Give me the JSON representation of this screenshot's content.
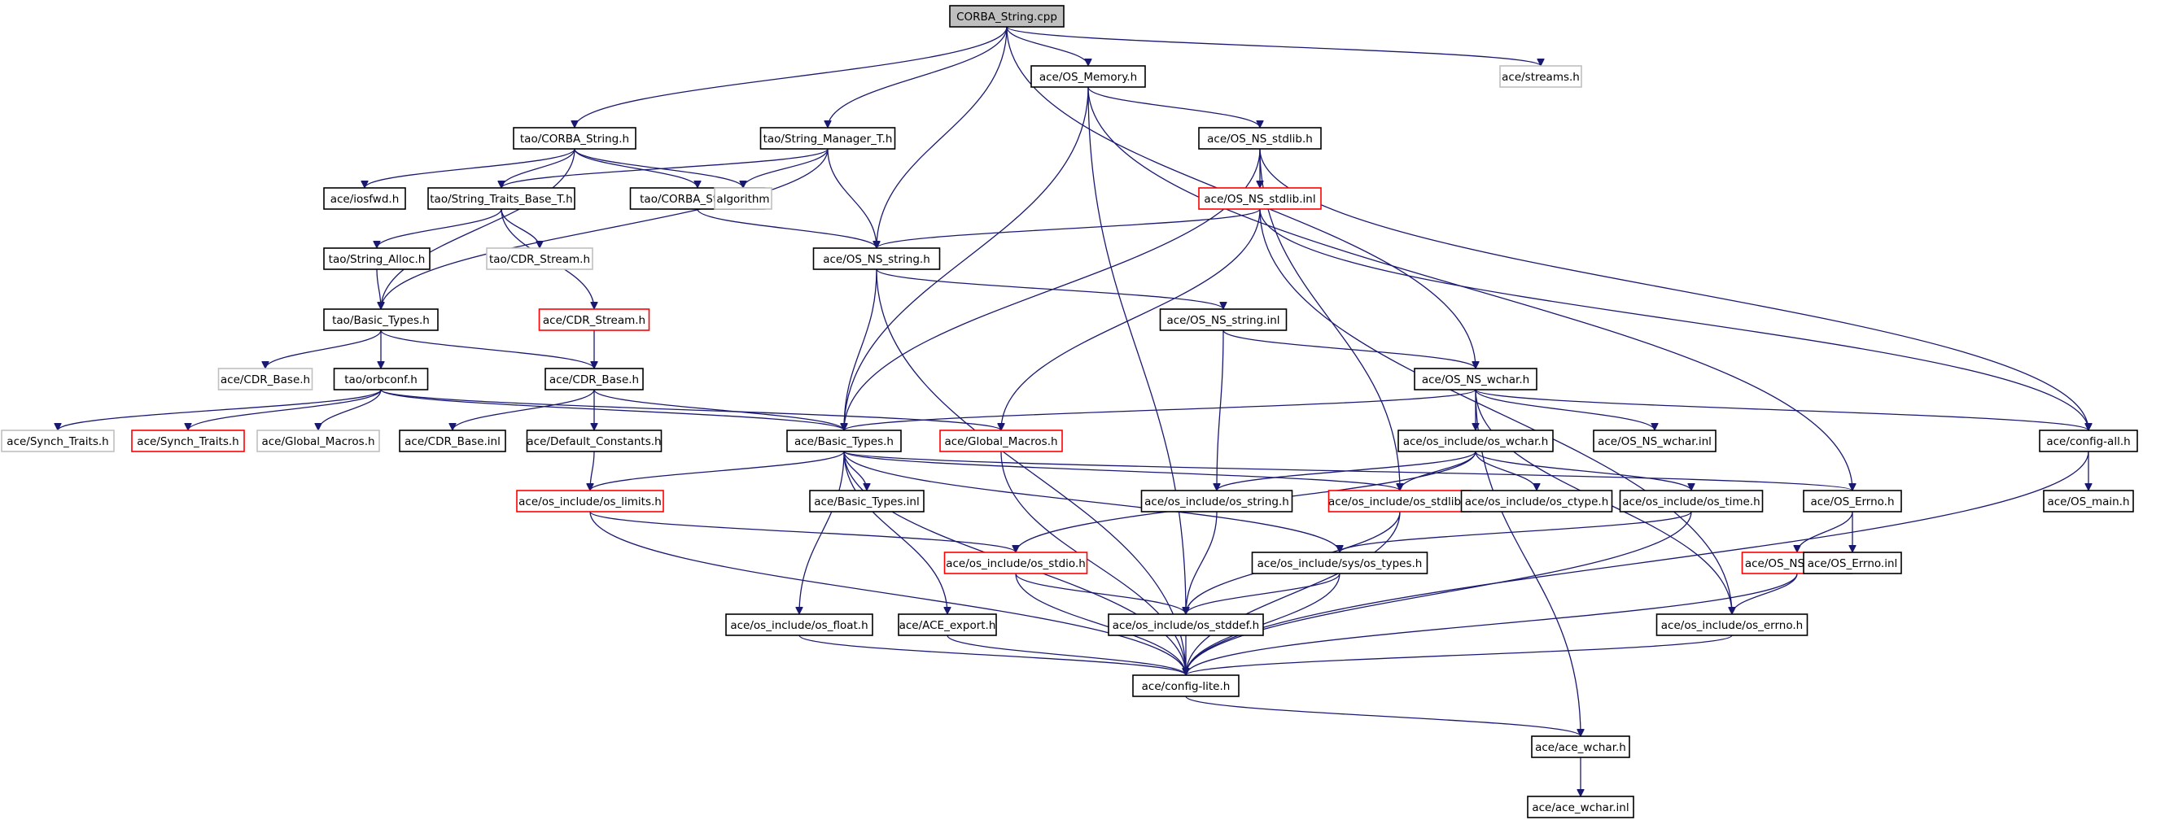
{
  "graph": {
    "colors": {
      "edge": "#191970",
      "normal_border": "#000000",
      "missing_border": "#c0c0c0",
      "truncated_border": "#ff0000",
      "root_fill": "#bfbfbf"
    },
    "nodes": [
      {
        "id": "root",
        "label": "CORBA_String.cpp",
        "style": "root"
      },
      {
        "id": "mem",
        "label": "ace/OS_Memory.h",
        "style": "normal"
      },
      {
        "id": "streams",
        "label": "ace/streams.h",
        "style": "missing"
      },
      {
        "id": "taostr",
        "label": "tao/CORBA_String.h",
        "style": "normal"
      },
      {
        "id": "strmgr",
        "label": "tao/String_Manager_T.h",
        "style": "normal"
      },
      {
        "id": "stdlib",
        "label": "ace/OS_NS_stdlib.h",
        "style": "normal"
      },
      {
        "id": "iosfwd",
        "label": "ace/iosfwd.h",
        "style": "normal"
      },
      {
        "id": "strtraits",
        "label": "tao/String_Traits_Base_T.h",
        "style": "normal"
      },
      {
        "id": "taostrinl",
        "label": "tao/CORBA_String.inl",
        "style": "normal"
      },
      {
        "id": "algorithm",
        "label": "algorithm",
        "style": "missing"
      },
      {
        "id": "stdlibinl",
        "label": "ace/OS_NS_stdlib.inl",
        "style": "truncated"
      },
      {
        "id": "stralloc",
        "label": "tao/String_Alloc.h",
        "style": "normal"
      },
      {
        "id": "taocdrstream",
        "label": "tao/CDR_Stream.h",
        "style": "missing"
      },
      {
        "id": "nsstring",
        "label": "ace/OS_NS_string.h",
        "style": "normal"
      },
      {
        "id": "taobasic",
        "label": "tao/Basic_Types.h",
        "style": "normal"
      },
      {
        "id": "acecdrstream",
        "label": "ace/CDR_Stream.h",
        "style": "truncated"
      },
      {
        "id": "nsstringinl",
        "label": "ace/OS_NS_string.inl",
        "style": "normal"
      },
      {
        "id": "taocdrbase",
        "label": "ace/CDR_Base.h",
        "style": "missing"
      },
      {
        "id": "orbconf",
        "label": "tao/orbconf.h",
        "style": "normal"
      },
      {
        "id": "cdrbase",
        "label": "ace/CDR_Base.h",
        "style": "normal"
      },
      {
        "id": "nswchar",
        "label": "ace/OS_NS_wchar.h",
        "style": "normal"
      },
      {
        "id": "synch1",
        "label": "ace/Synch_Traits.h",
        "style": "missing"
      },
      {
        "id": "synch2",
        "label": "ace/Synch_Traits.h",
        "style": "truncated"
      },
      {
        "id": "globmacros1",
        "label": "ace/Global_Macros.h",
        "style": "missing"
      },
      {
        "id": "cdrbaseinl",
        "label": "ace/CDR_Base.inl",
        "style": "normal"
      },
      {
        "id": "defconst",
        "label": "ace/Default_Constants.h",
        "style": "normal"
      },
      {
        "id": "basic",
        "label": "ace/Basic_Types.h",
        "style": "normal"
      },
      {
        "id": "globmacros2",
        "label": "ace/Global_Macros.h",
        "style": "truncated"
      },
      {
        "id": "oswchar",
        "label": "ace/os_include/os_wchar.h",
        "style": "normal"
      },
      {
        "id": "nswcharinl",
        "label": "ace/OS_NS_wchar.inl",
        "style": "normal"
      },
      {
        "id": "configall",
        "label": "ace/config-all.h",
        "style": "normal"
      },
      {
        "id": "limits",
        "label": "ace/os_include/os_limits.h",
        "style": "truncated"
      },
      {
        "id": "basicinl",
        "label": "ace/Basic_Types.inl",
        "style": "normal"
      },
      {
        "id": "osstring",
        "label": "ace/os_include/os_string.h",
        "style": "normal"
      },
      {
        "id": "osstdlib",
        "label": "ace/os_include/os_stdlib.h",
        "style": "truncated"
      },
      {
        "id": "osctype",
        "label": "ace/os_include/os_ctype.h",
        "style": "normal"
      },
      {
        "id": "ostime",
        "label": "ace/os_include/os_time.h",
        "style": "normal"
      },
      {
        "id": "oserrno",
        "label": "ace/OS_Errno.h",
        "style": "normal"
      },
      {
        "id": "osmain",
        "label": "ace/OS_main.h",
        "style": "normal"
      },
      {
        "id": "osstdio",
        "label": "ace/os_include/os_stdio.h",
        "style": "truncated"
      },
      {
        "id": "systypes",
        "label": "ace/os_include/sys/os_types.h",
        "style": "normal"
      },
      {
        "id": "nserrno",
        "label": "ace/OS_NS_errno.h",
        "style": "truncated"
      },
      {
        "id": "oserrnoinl",
        "label": "ace/OS_Errno.inl",
        "style": "normal"
      },
      {
        "id": "osfloat",
        "label": "ace/os_include/os_float.h",
        "style": "normal"
      },
      {
        "id": "aceexport",
        "label": "ace/ACE_export.h",
        "style": "normal"
      },
      {
        "id": "osstddef",
        "label": "ace/os_include/os_stddef.h",
        "style": "normal"
      },
      {
        "id": "oserrnoh",
        "label": "ace/os_include/os_errno.h",
        "style": "normal"
      },
      {
        "id": "configlite",
        "label": "ace/config-lite.h",
        "style": "normal"
      },
      {
        "id": "acewchar",
        "label": "ace/ace_wchar.h",
        "style": "normal"
      },
      {
        "id": "acewcharinl",
        "label": "ace/ace_wchar.inl",
        "style": "normal"
      }
    ],
    "edges": [
      [
        "root",
        "mem"
      ],
      [
        "root",
        "streams"
      ],
      [
        "root",
        "taostr"
      ],
      [
        "root",
        "strmgr"
      ],
      [
        "root",
        "nsstring"
      ],
      [
        "root",
        "nswchar"
      ],
      [
        "taostr",
        "iosfwd"
      ],
      [
        "taostr",
        "strtraits"
      ],
      [
        "taostr",
        "taostrinl"
      ],
      [
        "taostr",
        "algorithm"
      ],
      [
        "taostr",
        "taobasic"
      ],
      [
        "strmgr",
        "strtraits"
      ],
      [
        "strmgr",
        "algorithm"
      ],
      [
        "strmgr",
        "nsstring"
      ],
      [
        "strmgr",
        "taobasic"
      ],
      [
        "strtraits",
        "stralloc"
      ],
      [
        "strtraits",
        "taocdrstream"
      ],
      [
        "strtraits",
        "acecdrstream"
      ],
      [
        "taostrinl",
        "nsstring"
      ],
      [
        "stralloc",
        "taobasic"
      ],
      [
        "taobasic",
        "taocdrbase"
      ],
      [
        "taobasic",
        "orbconf"
      ],
      [
        "taobasic",
        "cdrbase"
      ],
      [
        "acecdrstream",
        "cdrbase"
      ],
      [
        "orbconf",
        "synch1"
      ],
      [
        "orbconf",
        "synch2"
      ],
      [
        "orbconf",
        "globmacros1"
      ],
      [
        "orbconf",
        "basic"
      ],
      [
        "orbconf",
        "globmacros2"
      ],
      [
        "cdrbase",
        "cdrbaseinl"
      ],
      [
        "cdrbase",
        "defconst"
      ],
      [
        "cdrbase",
        "basic"
      ],
      [
        "defconst",
        "limits"
      ],
      [
        "mem",
        "stdlib"
      ],
      [
        "mem",
        "basic"
      ],
      [
        "mem",
        "osstddef"
      ],
      [
        "mem",
        "oserrno"
      ],
      [
        "stdlib",
        "stdlibinl"
      ],
      [
        "stdlib",
        "basic"
      ],
      [
        "stdlib",
        "configall"
      ],
      [
        "stdlib",
        "osstdlib"
      ],
      [
        "stdlibinl",
        "nsstring"
      ],
      [
        "stdlibinl",
        "globmacros2"
      ],
      [
        "stdlibinl",
        "configall"
      ],
      [
        "stdlibinl",
        "oserrnoh"
      ],
      [
        "nsstring",
        "nsstringinl"
      ],
      [
        "nsstring",
        "basic"
      ],
      [
        "nsstring",
        "configlite"
      ],
      [
        "nsstringinl",
        "nswchar"
      ],
      [
        "nsstringinl",
        "osstring"
      ],
      [
        "nswchar",
        "basic"
      ],
      [
        "nswchar",
        "oswchar"
      ],
      [
        "nswchar",
        "nswcharinl"
      ],
      [
        "nswchar",
        "configall"
      ],
      [
        "nswchar",
        "acewchar"
      ],
      [
        "nswchar",
        "oserrnoh"
      ],
      [
        "basic",
        "limits"
      ],
      [
        "basic",
        "basicinl"
      ],
      [
        "basic",
        "osstdlib"
      ],
      [
        "basic",
        "systypes"
      ],
      [
        "basic",
        "osfloat"
      ],
      [
        "basic",
        "aceexport"
      ],
      [
        "basic",
        "configlite"
      ],
      [
        "basic",
        "oserrno"
      ],
      [
        "globmacros2",
        "configlite"
      ],
      [
        "oswchar",
        "osstring"
      ],
      [
        "oswchar",
        "osstdlib"
      ],
      [
        "oswchar",
        "osctype"
      ],
      [
        "oswchar",
        "ostime"
      ],
      [
        "oswchar",
        "osstdio"
      ],
      [
        "configall",
        "osmain"
      ],
      [
        "configall",
        "configlite"
      ],
      [
        "limits",
        "osstdio"
      ],
      [
        "limits",
        "configlite"
      ],
      [
        "osstring",
        "osstddef"
      ],
      [
        "osstdlib",
        "osstddef"
      ],
      [
        "osstdlib",
        "configlite"
      ],
      [
        "ostime",
        "systypes"
      ],
      [
        "ostime",
        "configlite"
      ],
      [
        "oserrno",
        "nserrno"
      ],
      [
        "oserrno",
        "oserrnoinl"
      ],
      [
        "osstdio",
        "osstddef"
      ],
      [
        "osstdio",
        "configlite"
      ],
      [
        "systypes",
        "osstddef"
      ],
      [
        "systypes",
        "configlite"
      ],
      [
        "nserrno",
        "oserrnoh"
      ],
      [
        "nserrno",
        "configlite"
      ],
      [
        "osfloat",
        "configlite"
      ],
      [
        "aceexport",
        "configlite"
      ],
      [
        "osstddef",
        "configlite"
      ],
      [
        "oserrnoh",
        "configlite"
      ],
      [
        "configlite",
        "acewchar"
      ],
      [
        "acewchar",
        "acewcharinl"
      ]
    ]
  }
}
